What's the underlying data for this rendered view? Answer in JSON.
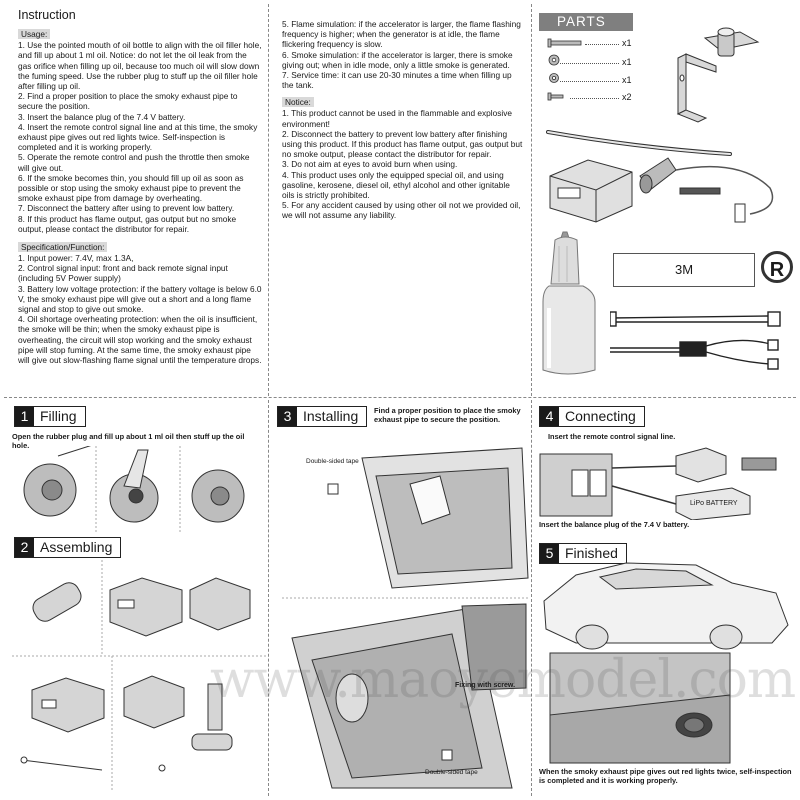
{
  "instruction": {
    "title": "Instruction",
    "usage_tag": "Usage:",
    "usage": [
      "1. Use the pointed mouth of oil bottle to align with the oil filler hole, and fill up about 1 ml oil. Notice: do not let the oil leak from the gas orifice when filling up oil, because too much oil will slow down the fuming speed. Use the rubber plug to stuff up the oil filler hole after filling up oil.",
      "2. Find a proper position to place the smoky exhaust pipe to secure the position.",
      "3. Insert the balance plug of the 7.4 V battery.",
      "4. Insert the remote control signal line and at this time, the smoky exhaust pipe gives out red lights twice. Self-inspection is completed and it is working properly.",
      "5.  Operate the remote control and push the throttle then smoke will give out.",
      "6. If the smoke becomes thin, you should fill up oil as soon as possible or stop using the smoky exhaust pipe to prevent the smoke exhaust pipe from damage by overheating.",
      "7. Disconnect the battery after using to prevent low battery.",
      "8. If this product has flame output, gas output but no smoke output, please contact the distributor for repair."
    ],
    "spec_tag": "Specification/Function:",
    "spec": [
      "1. Input power: 7.4V,  max 1.3A,",
      "2. Control signal input: front and back remote signal input (including 5V Power supply)",
      "3. Battery low voltage protection: if the battery voltage is below 6.0 V, the smoky exhaust pipe will give out a short and a long flame signal and stop to give out smoke.",
      "4. Oil shortage overheating protection: when the oil is insufficient, the smoke will be thin; when the smoky exhaust pipe is overheating, the circuit will stop working and the smoky exhaust pipe will stop fuming. At the same time, the smoky exhaust pipe will give out slow-flashing flame signal until the temperature drops."
    ]
  },
  "middle": {
    "items": [
      "5. Flame simulation: if the accelerator is larger, the flame flashing frequency is higher; when the generator is at idle, the flame flickering frequency is slow.",
      "6. Smoke simulation: if the accelerator is larger, there is smoke giving out; when in idle mode, only a little smoke is generated.",
      "7.  Service time: it can use 20-30 minutes a time when filling up the tank."
    ],
    "notice_tag": "Notice:",
    "notice": [
      "1.  This product cannot be used in the flammable and explosive environment!",
      "2. Disconnect the battery to prevent low battery after finishing using this product. If this product has flame output, gas output but no smoke output, please contact the distributor for repair.",
      "3. Do not aim at eyes to avoid burn when using.",
      "4. This product uses only the equipped special oil, and using gasoline, kerosene, diesel oil, ethyl alcohol and other ignitable oils is strictly prohibited.",
      "5. For any accident caused by using other oil not we provided oil, we will not assume any liability."
    ]
  },
  "parts": {
    "title": "PARTS",
    "quantities": [
      "x1",
      "x1",
      "x1",
      "x2"
    ],
    "tape_label": "3M",
    "registered_mark": "R"
  },
  "steps": {
    "filling": {
      "num": "1",
      "label": "Filling",
      "caption": "Open the rubber plug and fill up about 1 ml oil then stuff up the oil hole."
    },
    "assembling": {
      "num": "2",
      "label": "Assembling"
    },
    "installing": {
      "num": "3",
      "label": "Installing",
      "caption": "Find a proper position to place the smoky exhaust pipe to secure the position.",
      "tape1": "Double-sided tape",
      "screw": "Fixing with screw.",
      "tape2": "Double-sided tape"
    },
    "connecting": {
      "num": "4",
      "label": "Connecting",
      "caption_top": "Insert the remote control signal line.",
      "caption_bottom": "Insert the balance plug of the 7.4 V battery.",
      "battery_label": "LiPo BATTERY"
    },
    "finished": {
      "num": "5",
      "label": "Finished",
      "caption": "When the smoky exhaust pipe gives out red lights twice, self-inspection is completed and it is working properly."
    }
  },
  "watermark": {
    "url": "www.maoyemodel.com"
  }
}
